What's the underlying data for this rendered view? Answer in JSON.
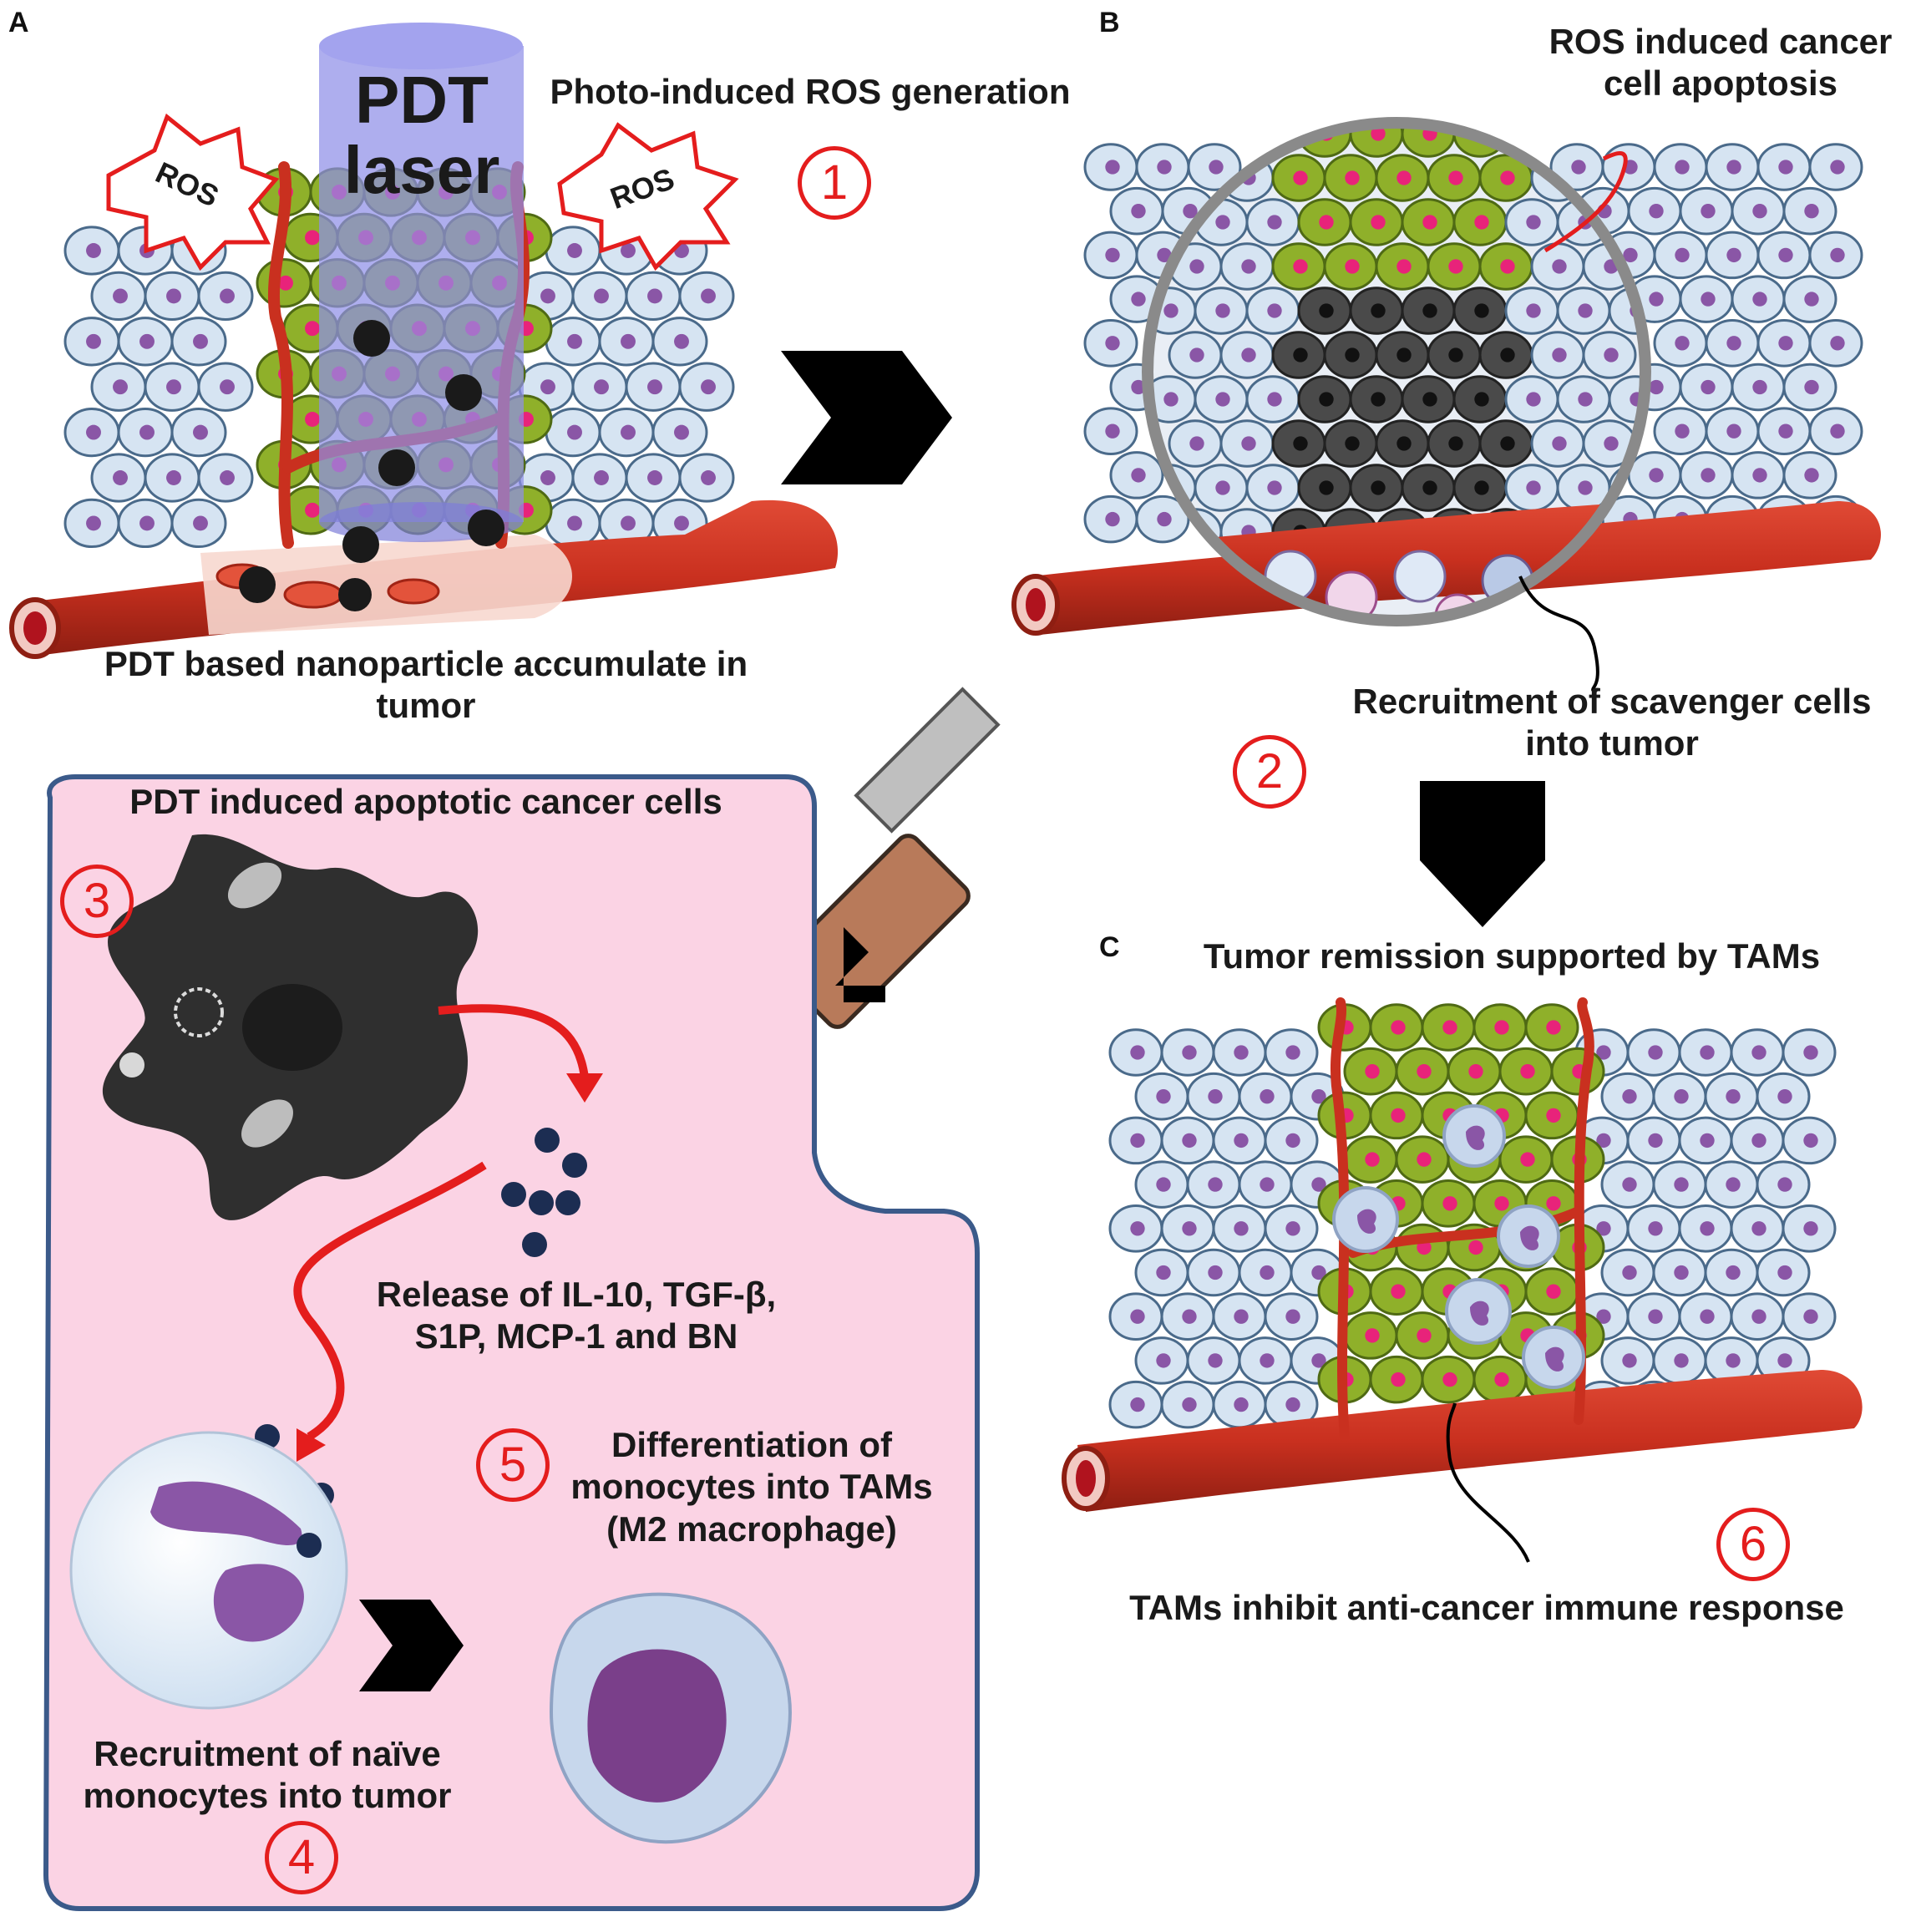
{
  "panels": {
    "a": "A",
    "b": "B",
    "c": "C"
  },
  "laser": {
    "line1": "PDT",
    "line2": "laser"
  },
  "ros_label": "ROS",
  "labels": {
    "photo_ros": "Photo-induced ROS generation",
    "accumulate_line1": "PDT based nanoparticle accumulate in",
    "accumulate_line2": "tumor",
    "apoptosis_line1": "ROS induced cancer",
    "apoptosis_line2": "cell apoptosis",
    "scavenger_line1": "Recruitment of scavenger cells",
    "scavenger_line2": "into tumor",
    "remission": "Tumor remission supported by TAMs",
    "apoptotic_cells": "PDT induced apoptotic cancer cells",
    "release_line1": "Release of IL-10, TGF-β,",
    "release_line2": "S1P, MCP-1 and BN",
    "diff_line1": "Differentiation of",
    "diff_line2": "monocytes into TAMs",
    "diff_line3": "(M2 macrophage)",
    "naive_line1": "Recruitment of naïve",
    "naive_line2": "monocytes into tumor",
    "tams_inhibit": "TAMs  inhibit anti-cancer immune response"
  },
  "steps": [
    "1",
    "2",
    "3",
    "4",
    "5",
    "6"
  ],
  "colors": {
    "normal_cell": "#d6e4f2",
    "normal_nucleus": "#8a56a6",
    "tumor_cell": "#8fb02a",
    "tumor_nucleus": "#e8237a",
    "dead_cell": "#4a4a4a",
    "vessel": "#c9301f",
    "laser": "#8f8fe8",
    "pink_box": "#fbd3e4",
    "marker_red": "#e41d1d",
    "handle": "#b87a5a"
  }
}
